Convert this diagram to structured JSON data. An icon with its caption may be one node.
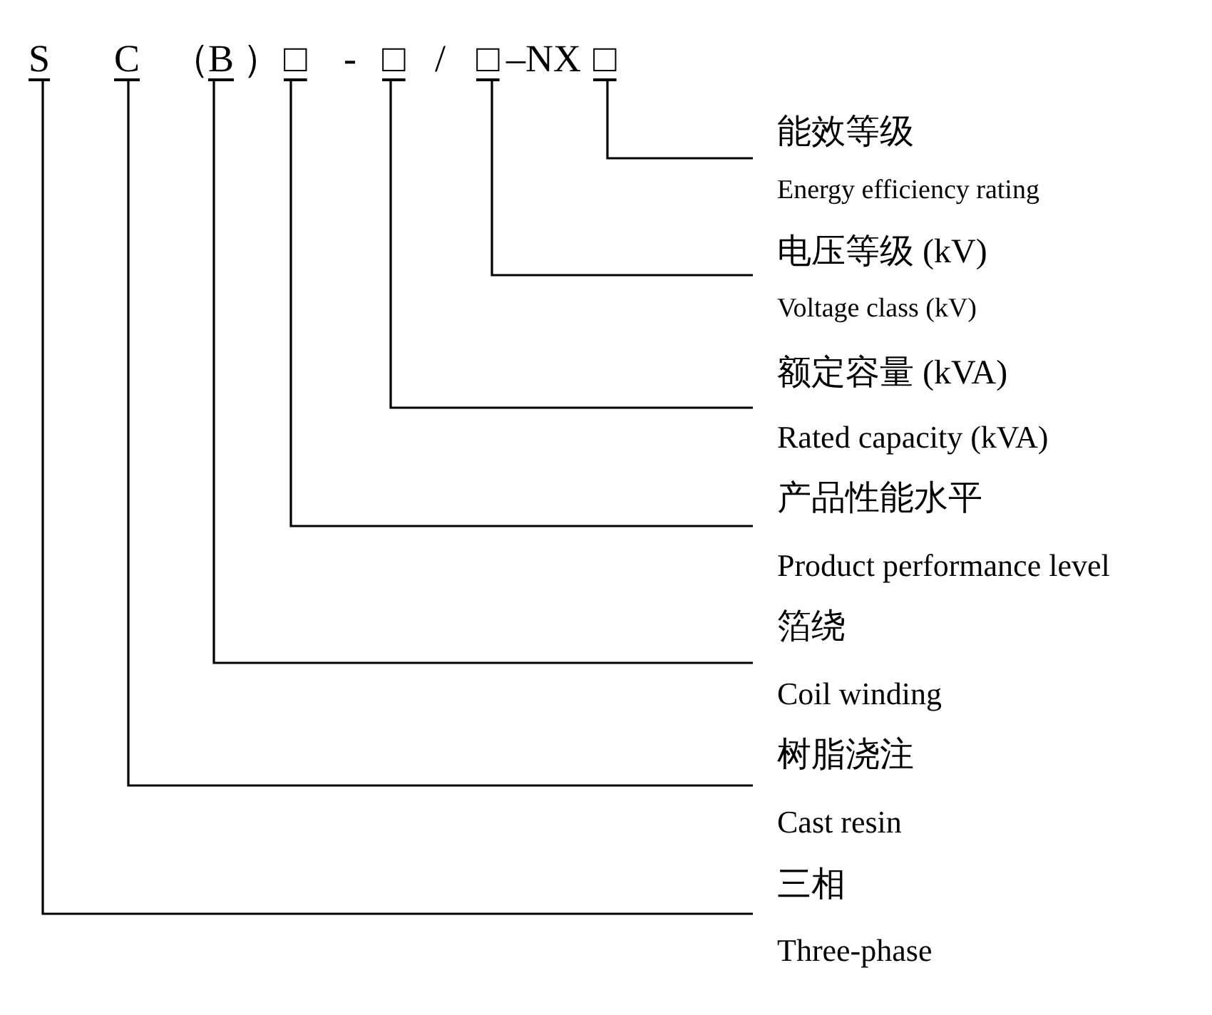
{
  "diagram": {
    "nodes": [
      {
        "text": [
          "S"
        ]
      },
      {
        "text": [
          "C"
        ]
      },
      {
        "text": [
          "B"
        ]
      },
      {
        "text": [
          "□"
        ]
      },
      {
        "text": [
          "□"
        ]
      },
      {
        "text": [
          "□"
        ]
      },
      {
        "text": [
          "□"
        ]
      },
      {
        "text": [
          "能效等级",
          "Energy efficiency rating"
        ]
      },
      {
        "text": [
          "电压等级  (kV)",
          "Voltage class (kV)"
        ]
      },
      {
        "text": [
          "额定容量  (kVA)",
          "Rated capacity (kVA)"
        ]
      },
      {
        "text": [
          "产品性能水平",
          "Product performance level"
        ]
      },
      {
        "text": [
          "箔绕",
          "Coil winding"
        ]
      },
      {
        "text": [
          "树脂浇注",
          "Cast resin"
        ]
      },
      {
        "text": [
          "三相",
          "Three-phase"
        ]
      }
    ],
    "edges": [
      {
        "from": 0,
        "to": 13,
        "arrow": "none"
      },
      {
        "from": 1,
        "to": 12,
        "arrow": "none"
      },
      {
        "from": 2,
        "to": 11,
        "arrow": "none"
      },
      {
        "from": 3,
        "to": 10,
        "arrow": "none"
      },
      {
        "from": 4,
        "to": 9,
        "arrow": "none"
      },
      {
        "from": 5,
        "to": 8,
        "arrow": "none"
      },
      {
        "from": 6,
        "to": 7,
        "arrow": "none"
      }
    ],
    "labels": [
      "（",
      "）",
      "-",
      "/",
      "–NX"
    ]
  }
}
